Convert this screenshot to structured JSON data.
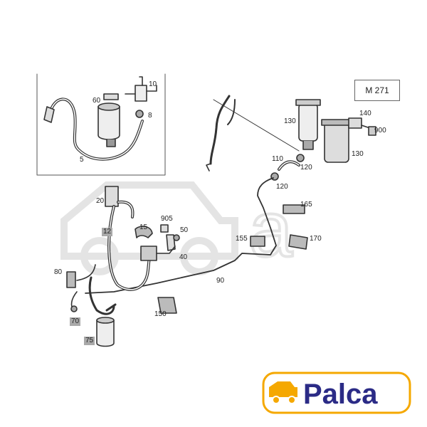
{
  "model": "M 271",
  "brand": {
    "name": "Palca",
    "color": "#2b2b86",
    "accent": "#f5a800"
  },
  "labels": [
    {
      "id": "p10",
      "text": "10",
      "style": "boxed-yellow"
    },
    {
      "id": "p60",
      "text": "60",
      "style": "plain"
    },
    {
      "id": "p8",
      "text": "8",
      "style": "plain"
    },
    {
      "id": "p5",
      "text": "5",
      "style": "plain"
    },
    {
      "id": "p130a",
      "text": "130",
      "style": "plain"
    },
    {
      "id": "p140",
      "text": "140",
      "style": "plain"
    },
    {
      "id": "p900",
      "text": "900",
      "style": "plain"
    },
    {
      "id": "p130b",
      "text": "130",
      "style": "plain"
    },
    {
      "id": "p110",
      "text": "110",
      "style": "plain"
    },
    {
      "id": "p120a",
      "text": "120",
      "style": "plain"
    },
    {
      "id": "p120b",
      "text": "120",
      "style": "plain"
    },
    {
      "id": "p165",
      "text": "165",
      "style": "plain"
    },
    {
      "id": "p155",
      "text": "155",
      "style": "plain"
    },
    {
      "id": "p170",
      "text": "170",
      "style": "plain"
    },
    {
      "id": "p20",
      "text": "20",
      "style": "plain"
    },
    {
      "id": "p12",
      "text": "12",
      "style": "boxed-grey"
    },
    {
      "id": "p15",
      "text": "15",
      "style": "plain"
    },
    {
      "id": "p905",
      "text": "905",
      "style": "plain"
    },
    {
      "id": "p50",
      "text": "50",
      "style": "plain"
    },
    {
      "id": "p40",
      "text": "40",
      "style": "plain"
    },
    {
      "id": "p80",
      "text": "80",
      "style": "plain"
    },
    {
      "id": "p90",
      "text": "90",
      "style": "plain"
    },
    {
      "id": "p70",
      "text": "70",
      "style": "boxed-grey"
    },
    {
      "id": "p150",
      "text": "150",
      "style": "plain"
    },
    {
      "id": "p75",
      "text": "75",
      "style": "boxed-grey"
    }
  ]
}
